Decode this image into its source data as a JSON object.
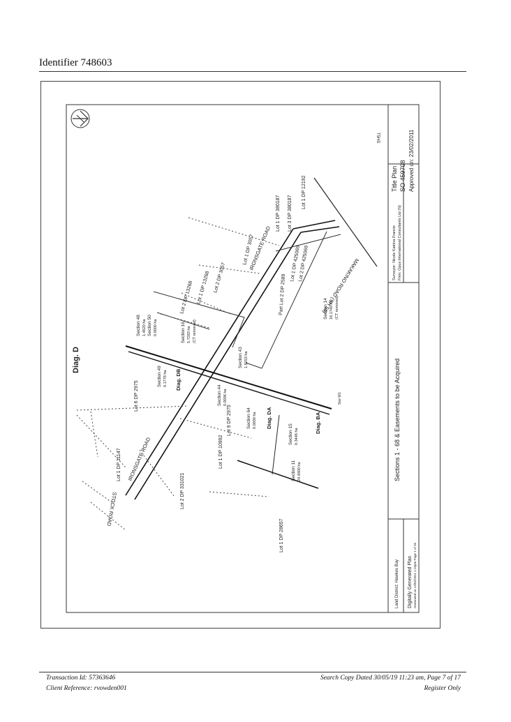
{
  "header": {
    "identifier": "Identifier 748603"
  },
  "plan": {
    "diagram_label": "Diag. D",
    "sheet_ref": "T5HS",
    "title_block": {
      "title": "Title Plan",
      "sheet_no": "SO 459708",
      "approved": "Approved on: 23/02/2011",
      "surveyor": "Surveyor: Nicole Katrina Francis",
      "firm": "Firm: Opus International Consultants Ltd (N)",
      "main_title": "Sections 1 - 68 & Easements to be Acquired",
      "land_district": "Land District: Hawkes Bay",
      "digital_plan": "Digitally Generated Plan",
      "generated": "Generated on 13/02/2011 1:15pm Page 1 of 26"
    },
    "roads": {
      "ironsgate_upper": "IRONSGATE ROAD",
      "ironsgate_lower": "IRONSGATE ROAD",
      "stock_road": "STOCK ROAD",
      "makakino_road": "MAKAKINO ROAD (SH 50)"
    },
    "lots": {
      "lot1_dp380187": "Lot 1 DP 380187",
      "lot3_dp380187": "Lot 3 DP 380187",
      "lot1_dp12192": "Lot 1 DP 12192",
      "lot1_dp3057": "Lot 1 DP 3057",
      "lot2_dp3057": "Lot 2 DP 3057",
      "lot1_dp425069": "Lot 1 DP 425069",
      "lot2_dp425069": "Lot 2 DP 425069",
      "lot1_dp13268": "Lot 1 DP 13268",
      "lot2_dp13268": "Lot 2 DP 13268",
      "part_lot2_dp2589": "Part Lot 2 DP 2589",
      "lot6_dp2975": "Lot 6 DP 2975",
      "lot1_dp11147": "Lot 1 DP 11147",
      "lot9_dp2975": "Lot 9 DP 2975",
      "lot1_dp10992": "Lot 1 DP 10992",
      "lot2_dp331021": "Lot 2 DP 331021",
      "lot1_dp28657": "Lot 1 DP 28657"
    },
    "sections": {
      "s14": "Section 14",
      "s14_area": "16.1740 ha",
      "s14_note": "(CT removed)",
      "s43": "Section 43",
      "s43_area": "1.6253 ha",
      "s48": "Section 48",
      "s48_area": "1.4620 ha",
      "s50": "Section 50",
      "s50_area": "0.0000 ha",
      "s16": "Section 16",
      "s16_area": "5.7283 ha",
      "s16_note": "(CT removed)",
      "s49": "Section 49",
      "s49_area": "0.1778 ha",
      "s44": "Section 44",
      "s44_area": "0.0006 ha",
      "s64": "Section 64",
      "s64_area": "0.0000 ha",
      "s15": "Section 15",
      "s15_area": "0.3446 ha",
      "s11": "Section 11",
      "s11_area": "24.4800 ha"
    },
    "diags": {
      "diag_db": "Diag. DB",
      "diag_da": "Diag. DA",
      "diag_ba": "Diag. BA",
      "see_ref": "See W1"
    }
  },
  "footer": {
    "transaction": "Transaction Id: 57363646",
    "client_ref": "Client Reference: rvowden001",
    "search_copy": "Search Copy Dated 30/05/19 11:23 am, Page 7 of 17",
    "register_only": "Register Only"
  }
}
